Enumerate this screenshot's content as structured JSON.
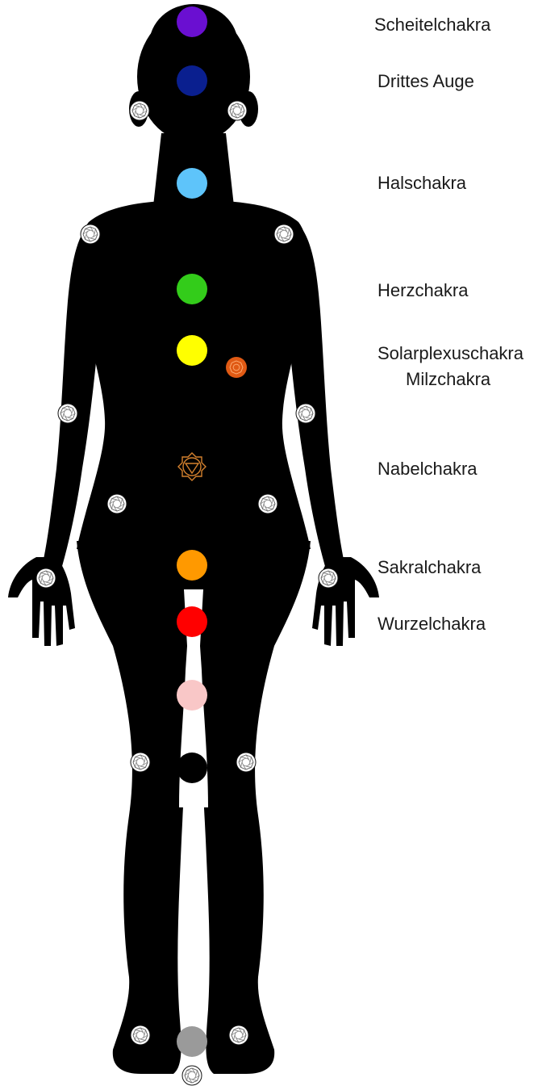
{
  "labels": {
    "crown": "Scheitelchakra",
    "third_eye": "Drittes Auge",
    "throat": "Halschakra",
    "heart": "Herzchakra",
    "solar_plexus": "Solarplexuschakra",
    "spleen": "Milzchakra",
    "navel": "Nabelchakra",
    "sacral": "Sakralchakra",
    "root": "Wurzelchakra"
  },
  "chakra_colors": {
    "crown": "#6a0fd1",
    "third_eye": "#0a1f8f",
    "throat": "#5ec4fa",
    "heart": "#33cc1a",
    "solar_plexus": "#ffff00",
    "spleen": "#e05a14",
    "navel": "#d4812e",
    "sacral": "#ff9900",
    "root": "#ff0000",
    "thigh": "#f9c7c7",
    "knee_center": "#000000",
    "earth_star": "#9a9a9a"
  },
  "minor_point_icon": "gem-icon",
  "silhouette_color": "#000000"
}
